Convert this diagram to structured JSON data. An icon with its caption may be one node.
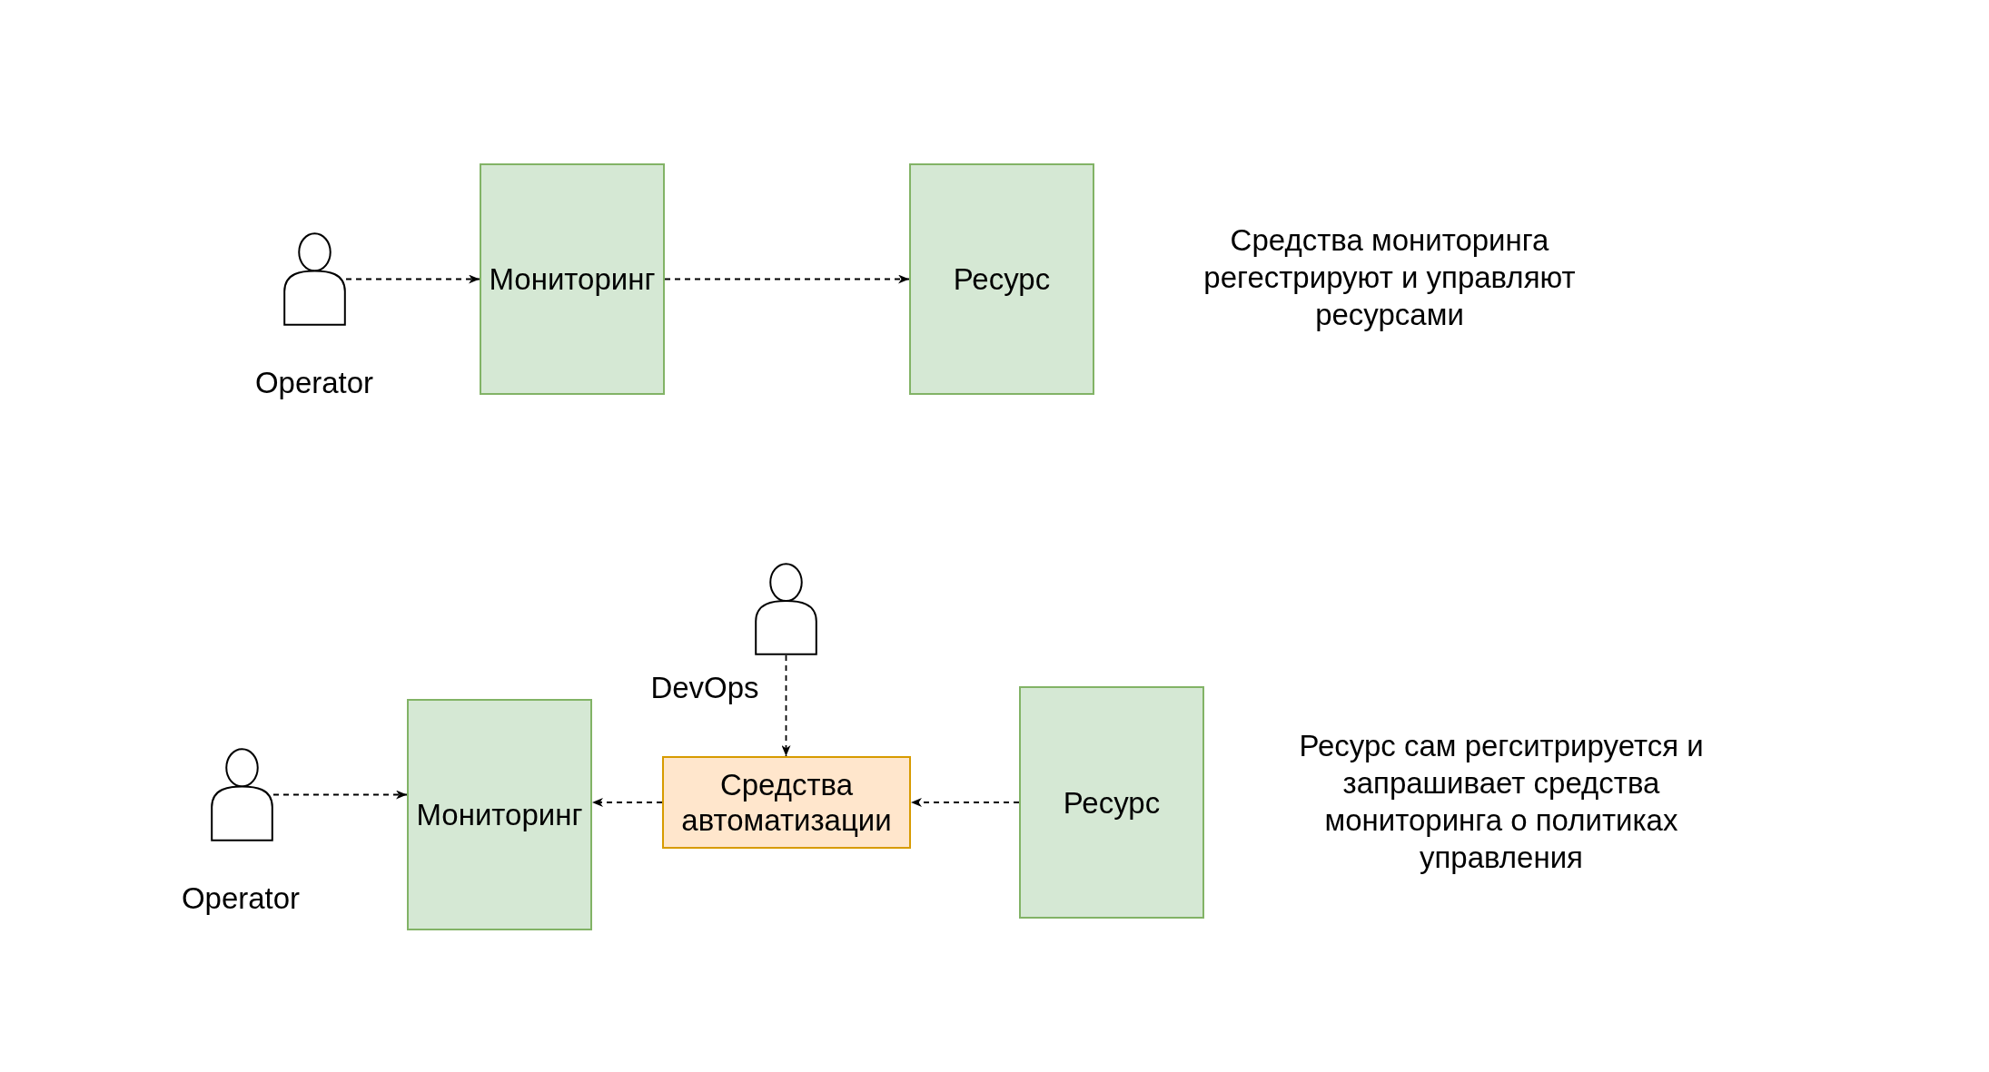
{
  "diagram": {
    "nodes": [
      {
        "text": [],
        "shape": "person",
        "beside": [
          "Operator"
        ]
      },
      {
        "text": [
          "Мониторинг"
        ]
      },
      {
        "text": [
          "Ресурс"
        ]
      },
      {
        "text": [],
        "shape": "person",
        "beside": [
          "DevOps"
        ]
      },
      {
        "text": [],
        "shape": "person",
        "beside": [
          "Operator"
        ]
      },
      {
        "text": [
          "Мониторинг"
        ]
      },
      {
        "text": [
          "Средства автоматизации"
        ]
      },
      {
        "text": [
          "Ресурс"
        ]
      }
    ],
    "edges": [
      {
        "from": 0,
        "to": 1,
        "arrow": "to",
        "style": "dashed"
      },
      {
        "from": 1,
        "to": 2,
        "arrow": "to",
        "style": "dashed"
      },
      {
        "from": 3,
        "to": 6,
        "arrow": "to",
        "style": "dashed"
      },
      {
        "from": 4,
        "to": 5,
        "arrow": "to",
        "style": "dashed"
      },
      {
        "from": 6,
        "to": 5,
        "arrow": "to",
        "style": "dashed"
      },
      {
        "from": 7,
        "to": 6,
        "arrow": "to",
        "style": "dashed"
      }
    ],
    "labels": [
      "Средства мониторинга регестрируют и управляют ресурсами",
      "Ресурс сам регситрируется и запрашивает средства мониторинга о политиках управления"
    ]
  }
}
